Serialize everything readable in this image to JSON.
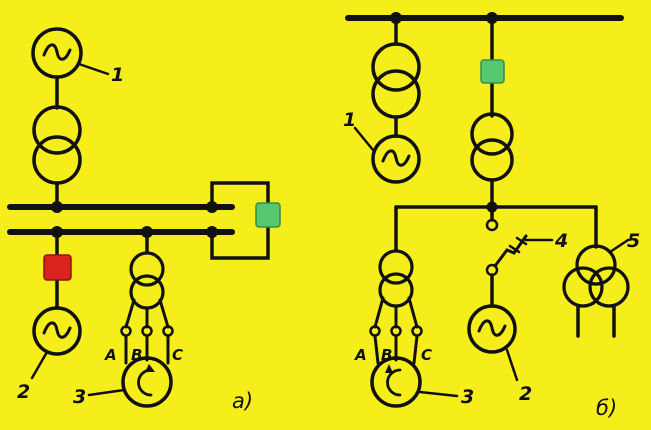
{
  "colors": {
    "background": "#f6ee1a",
    "line": "#111111",
    "breaker_open": "#55c870",
    "breaker_closed": "#d9231f"
  },
  "left": {
    "generator_label": "1",
    "bus_generator_label": "2",
    "motor_label": "3",
    "phase_a": "A",
    "phase_b": "B",
    "phase_c": "C",
    "caption": "a)"
  },
  "right": {
    "generator_label": "1",
    "aux_generator_label": "2",
    "motor_label": "3",
    "switch_label": "4",
    "three_winding_transformer_label": "5",
    "phase_a": "A",
    "phase_b": "B",
    "phase_c": "C",
    "caption": "б)"
  }
}
